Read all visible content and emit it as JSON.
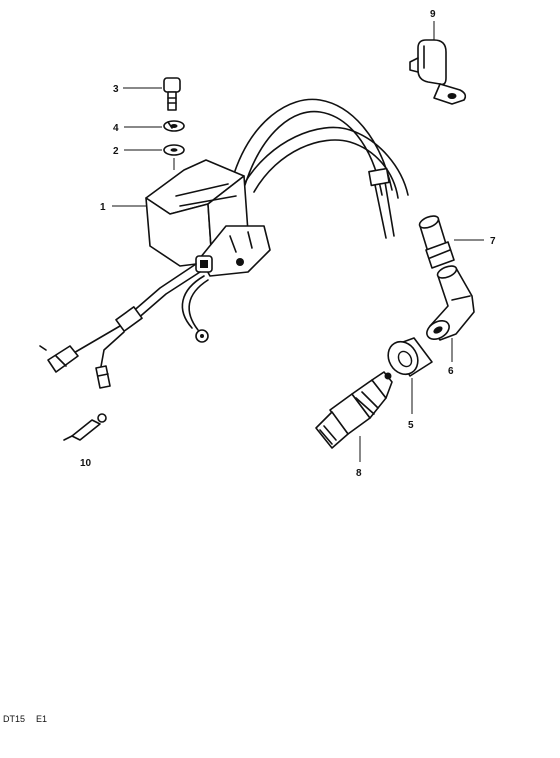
{
  "diagram": {
    "parts": [
      {
        "number": "1",
        "part": "ignition coil"
      },
      {
        "number": "2",
        "part": "washer"
      },
      {
        "number": "3",
        "part": "bolt"
      },
      {
        "number": "4",
        "part": "lock washer"
      },
      {
        "number": "5",
        "part": "spark plug cap grommet"
      },
      {
        "number": "6",
        "part": "spark plug cap"
      },
      {
        "number": "7",
        "part": "cap boot"
      },
      {
        "number": "8",
        "part": "spark plug"
      },
      {
        "number": "9",
        "part": "clamp"
      },
      {
        "number": "10",
        "part": "wire terminal"
      }
    ],
    "footer": {
      "model": "DT15",
      "region": "E1"
    }
  }
}
